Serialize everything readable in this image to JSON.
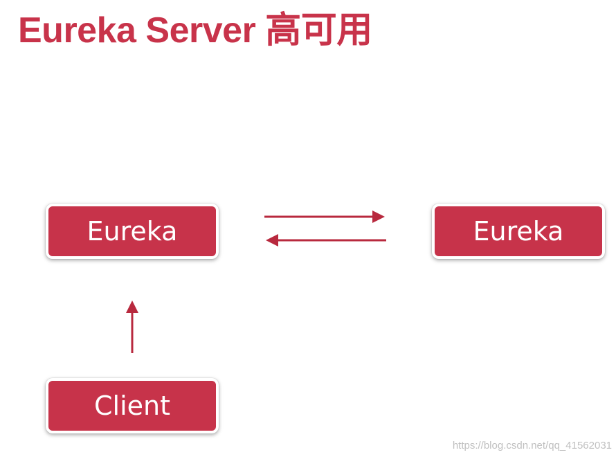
{
  "title": "Eureka Server 高可用",
  "nodes": {
    "left": "Eureka",
    "right": "Eureka",
    "client": "Client"
  },
  "watermark": "https://blog.csdn.net/qq_41562031",
  "colors": {
    "accent": "#c8334a",
    "node_fill": "#c7334a",
    "arrow": "#b8293e"
  }
}
